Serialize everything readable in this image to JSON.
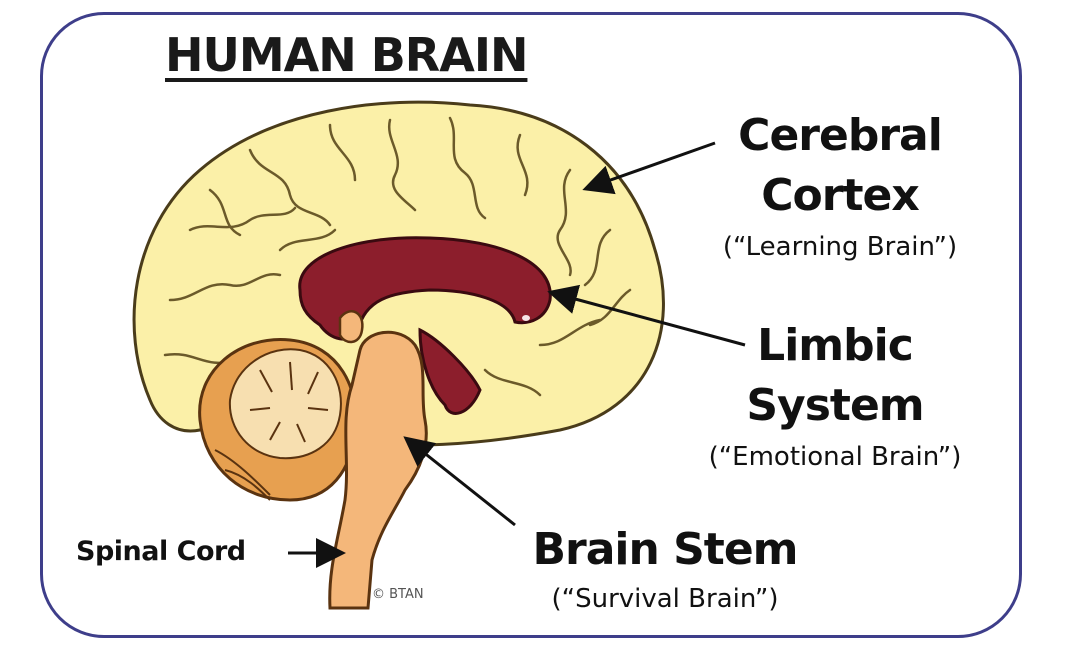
{
  "title": "HUMAN BRAIN",
  "labels": {
    "cerebral_cortex": {
      "line1": "Cerebral",
      "line2": "Cortex",
      "sub": "(“Learning Brain”)"
    },
    "limbic_system": {
      "line1": "Limbic",
      "line2": "System",
      "sub": "(“Emotional Brain”)"
    },
    "brain_stem": {
      "line1": "Brain Stem",
      "sub": "(“Survival Brain”)"
    },
    "spinal_cord": "Spinal Cord"
  },
  "copyright": "© BTAN",
  "colors": {
    "cortex": "#fbf0a8",
    "limbic": "#8c1e2c",
    "cerebellum": "#e7a050",
    "stem": "#f4b77a",
    "frame": "#3e3e8a"
  }
}
